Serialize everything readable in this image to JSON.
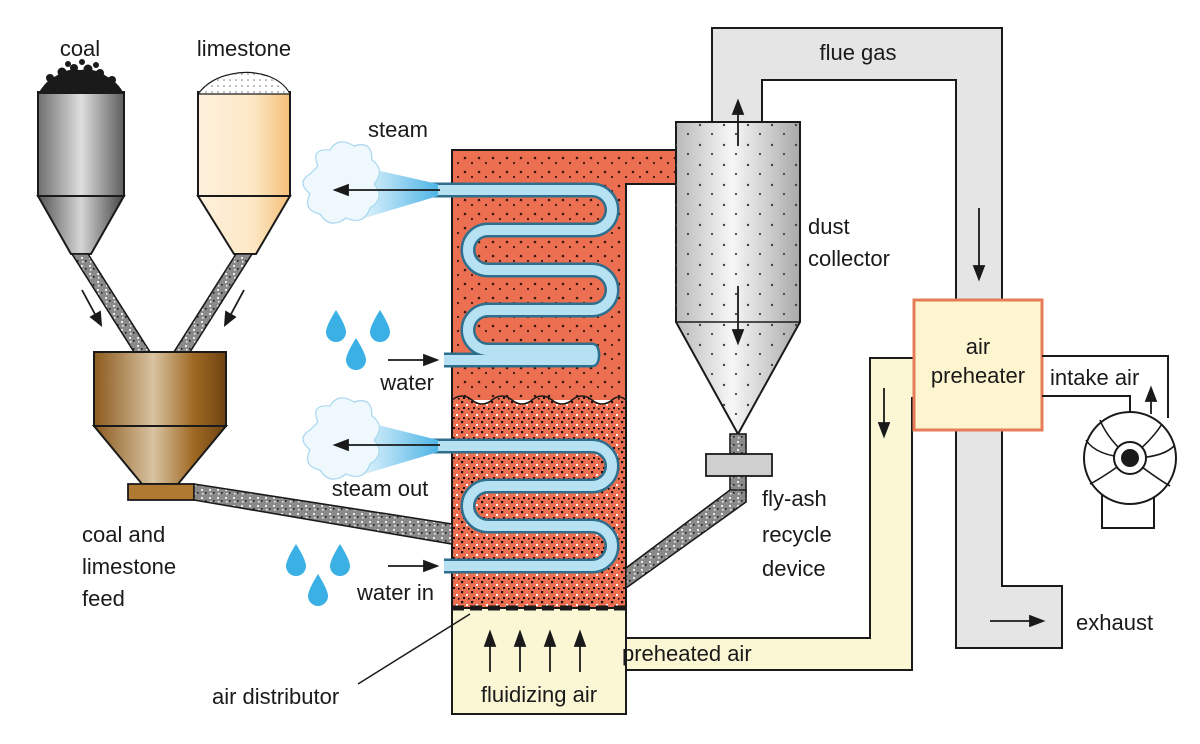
{
  "labels": {
    "coal": "coal",
    "limestone": "limestone",
    "steam": "steam",
    "water": "water",
    "steam_out": "steam out",
    "water_in": "water in",
    "feed_line1": "coal and",
    "feed_line2": "limestone",
    "feed_line3": "feed",
    "air_distributor": "air distributor",
    "fluidizing_air": "fluidizing air",
    "preheated_air": "preheated air",
    "flue_gas": "flue gas",
    "dust_line1": "dust",
    "dust_line2": "collector",
    "flyash_line1": "fly-ash",
    "flyash_line2": "recycle",
    "flyash_line3": "device",
    "airpre_line1": "air",
    "airpre_line2": "preheater",
    "intake_air": "intake air",
    "exhaust": "exhaust"
  },
  "colors": {
    "combustor": "#ec6f52",
    "tube": "#b5e1f3",
    "tube_outline": "#2d6f8c",
    "duct": "#e5e5e5",
    "air_duct": "#fbf7d4",
    "preheater_box": "#fdf5cf",
    "preheater_border": "#e77c59",
    "water_drop": "#3ab0e4",
    "coal_hopper": "#8c8c8c",
    "limestone_hopper": "#f6c98e",
    "feed_hopper": "#a9742d"
  }
}
